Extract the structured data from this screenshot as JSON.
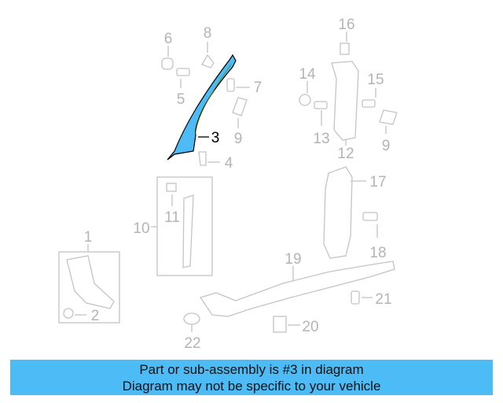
{
  "diagram": {
    "highlight_color": "#4dbbf5",
    "labels": {
      "l1": "1",
      "l2": "2",
      "l3": "3",
      "l4": "4",
      "l5": "5",
      "l6": "6",
      "l7": "7",
      "l8": "8",
      "l9a": "9",
      "l9b": "9",
      "l10": "10",
      "l11": "11",
      "l12": "12",
      "l13": "13",
      "l14": "14",
      "l15": "15",
      "l16": "16",
      "l17": "17",
      "l18": "18",
      "l19": "19",
      "l20": "20",
      "l21": "21",
      "l22": "22"
    }
  },
  "banner": {
    "line1": "Part or sub-assembly is #3 in diagram",
    "line2": "Diagram may not be specific to your vehicle",
    "color": "#4dbbf5"
  }
}
